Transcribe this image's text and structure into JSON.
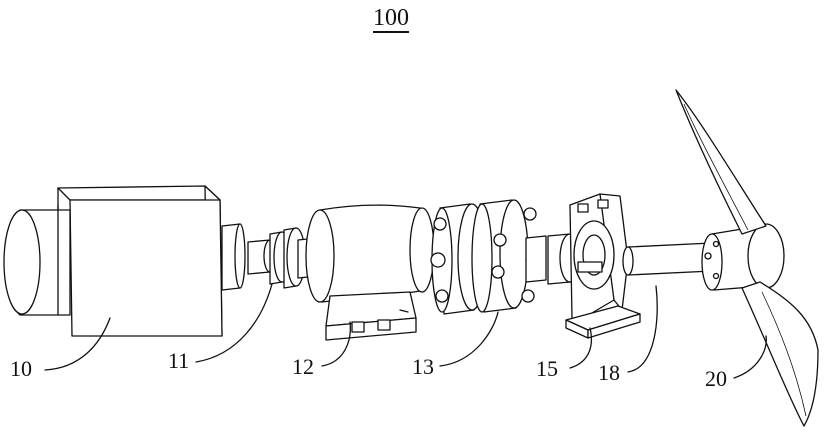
{
  "figure": {
    "title": "100",
    "labels": {
      "l10": "10",
      "l11": "11",
      "l12": "12",
      "l13": "13",
      "l15": "15",
      "l18": "18",
      "l20": "20"
    }
  }
}
